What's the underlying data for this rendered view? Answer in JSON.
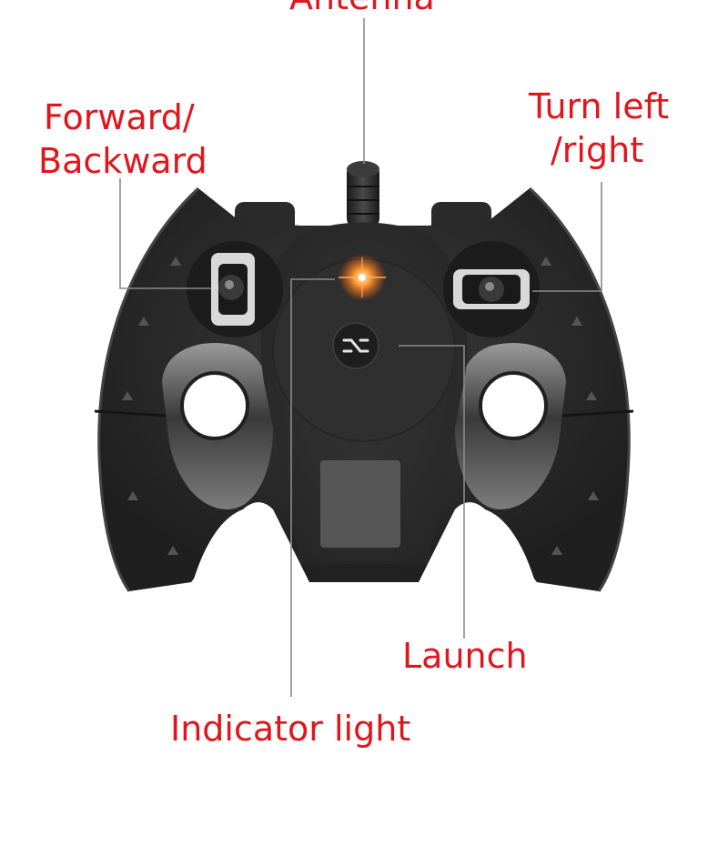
{
  "colors": {
    "label_text": "#e0161c",
    "leader_line": "#8a8a8a",
    "controller_body": "#2b2b2b",
    "indicator_glow": "#ff7a1a"
  },
  "labels": {
    "antenna": "Antenna",
    "forward_backward_line1": "Forward/",
    "forward_backward_line2": "Backward",
    "turn_line1": "Turn left",
    "turn_line2": "/right",
    "launch": "Launch",
    "indicator_light": "Indicator light"
  },
  "icons": {
    "launch_button": "launch-symbol-icon"
  }
}
